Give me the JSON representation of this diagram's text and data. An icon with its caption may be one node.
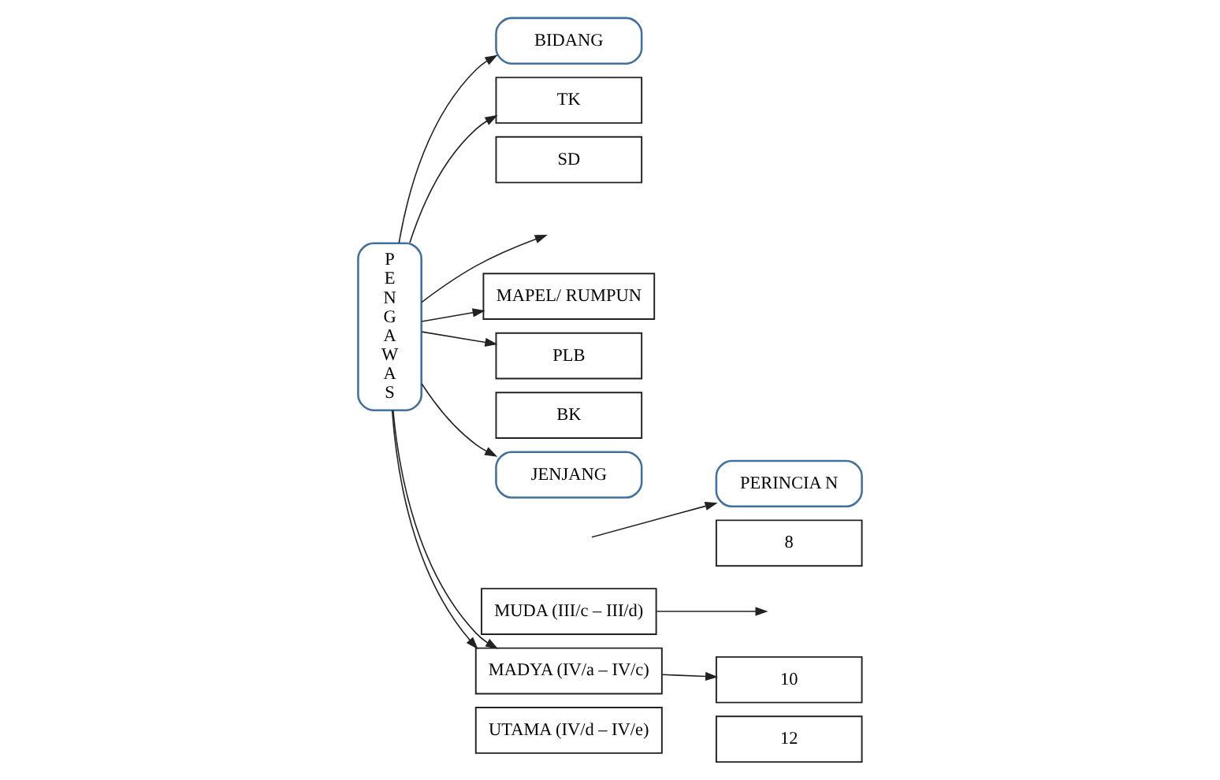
{
  "diagram": {
    "nodes": [
      {
        "text": [
          "P E N G A W A S"
        ]
      },
      {
        "text": [
          "BIDANG"
        ]
      },
      {
        "text": [
          "TK"
        ]
      },
      {
        "text": [
          "SD"
        ]
      },
      {
        "text": [
          "MAPEL/ RUMPUN"
        ]
      },
      {
        "text": [
          "PLB"
        ]
      },
      {
        "text": [
          "BK"
        ]
      },
      {
        "text": [
          "JENJANG"
        ]
      },
      {
        "text": [
          "MUDA (III/c – III/d)"
        ]
      },
      {
        "text": [
          "MADYA (IV/a – IV/c)"
        ]
      },
      {
        "text": [
          "UTAMA (IV/d – IV/e)"
        ]
      },
      {
        "text": [
          "PERINCIA N"
        ]
      },
      {
        "text": [
          "8"
        ]
      },
      {
        "text": [
          "10"
        ]
      },
      {
        "text": [
          "12"
        ]
      }
    ],
    "edges": [
      {
        "from": 0,
        "to": 1,
        "arrow": "to"
      },
      {
        "from": 0,
        "to": 2,
        "arrow": "to"
      },
      {
        "from": 0,
        "to": null,
        "arrow": "to"
      },
      {
        "from": 0,
        "to": 4,
        "arrow": "to"
      },
      {
        "from": 0,
        "to": 5,
        "arrow": "to"
      },
      {
        "from": 0,
        "to": 7,
        "arrow": "to"
      },
      {
        "from": 0,
        "to": 9,
        "arrow": "to"
      },
      {
        "from": 0,
        "to": 9,
        "arrow": "to"
      },
      {
        "from": null,
        "to": 11,
        "arrow": "to"
      },
      {
        "from": 8,
        "to": null,
        "arrow": "to"
      },
      {
        "from": 9,
        "to": 13,
        "arrow": "to"
      }
    ]
  }
}
